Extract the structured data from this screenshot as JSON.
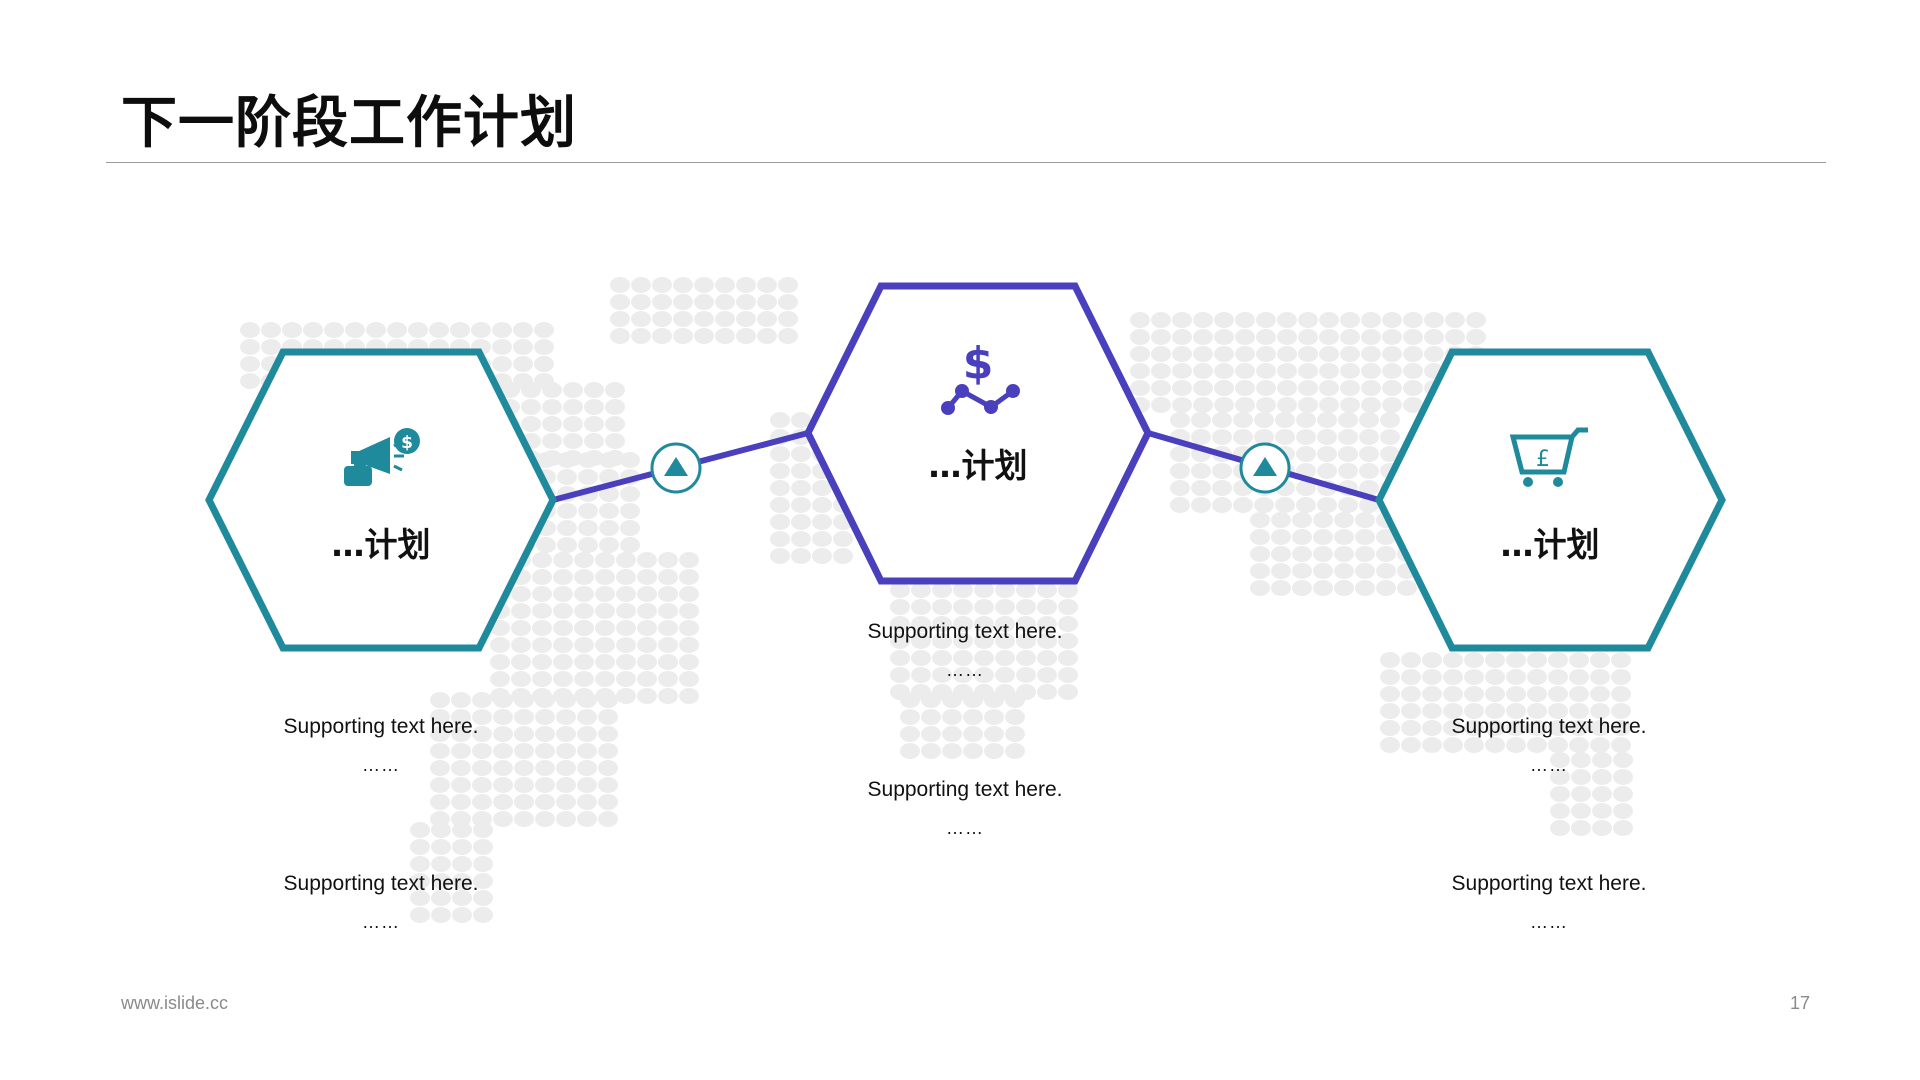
{
  "page": {
    "title": "下一阶段工作计划",
    "footer_url": "www.islide.cc",
    "page_number": "17"
  },
  "colors": {
    "teal": "#1f8a9c",
    "purple": "#4a3fbd",
    "dots": "#ececec",
    "rule": "#9a9a9a"
  },
  "stages": [
    {
      "label": "…计划",
      "icon": "megaphone-money-icon",
      "color": "#1f8a9c",
      "notes": [
        {
          "text": "Supporting text here.",
          "ellipsis": "……"
        },
        {
          "text": "Supporting text here.",
          "ellipsis": "……"
        }
      ]
    },
    {
      "label": "…计划",
      "icon": "dollar-trend-icon",
      "color": "#4a3fbd",
      "notes": [
        {
          "text": "Supporting text here.",
          "ellipsis": "……"
        },
        {
          "text": "Supporting text here.",
          "ellipsis": "……"
        }
      ]
    },
    {
      "label": "…计划",
      "icon": "pound-cart-icon",
      "color": "#1f8a9c",
      "notes": [
        {
          "text": "Supporting text here.",
          "ellipsis": "……"
        },
        {
          "text": "Supporting text here.",
          "ellipsis": "……"
        }
      ]
    }
  ],
  "connectors": [
    {
      "icon": "up-arrow-icon"
    },
    {
      "icon": "up-arrow-icon"
    }
  ]
}
